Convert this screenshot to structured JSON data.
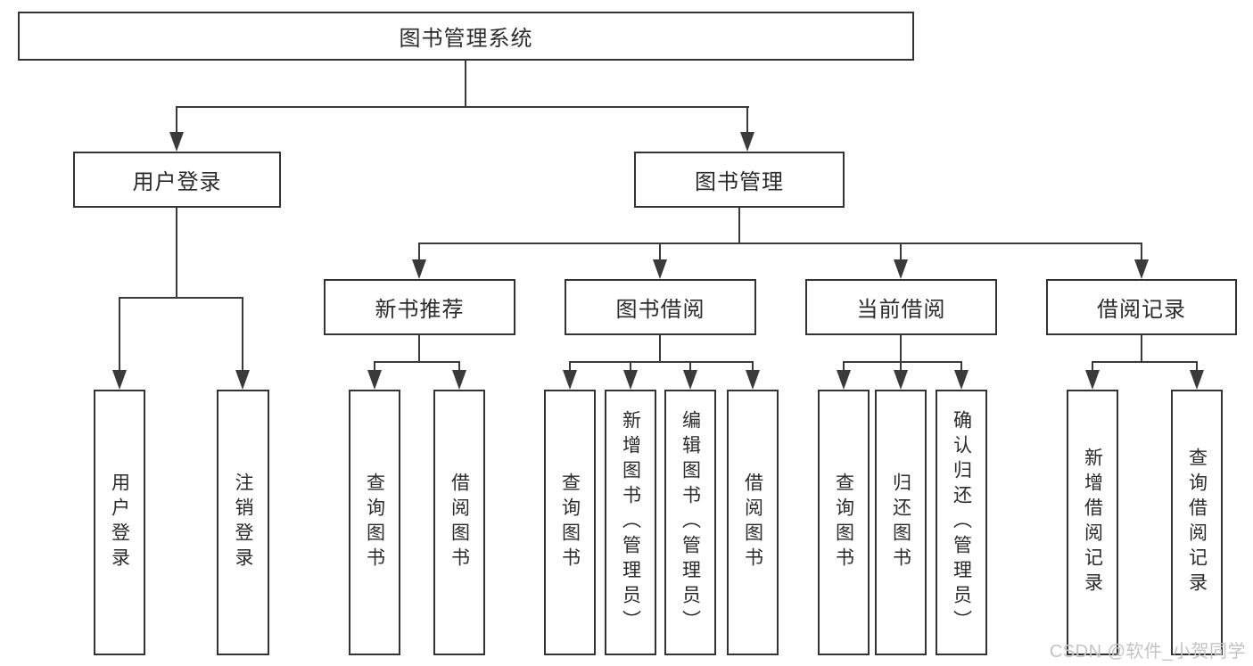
{
  "tree": {
    "root": "图书管理系统",
    "branches": [
      {
        "label": "用户登录",
        "leaves": [
          "用户登录",
          "注销登录"
        ]
      },
      {
        "label": "图书管理",
        "groups": [
          {
            "label": "新书推荐",
            "leaves": [
              "查询图书",
              "借阅图书"
            ]
          },
          {
            "label": "图书借阅",
            "leaves": [
              "查询图书",
              "新增图书（管理员）",
              "编辑图书（管理员）",
              "借阅图书"
            ]
          },
          {
            "label": "当前借阅",
            "leaves": [
              "查询图书",
              "归还图书",
              "确认归还（管理员）"
            ]
          },
          {
            "label": "借阅记录",
            "leaves": [
              "新增借阅记录",
              "查询借阅记录"
            ]
          }
        ]
      }
    ]
  },
  "watermark": {
    "text": "CSDN @软件_小贺同学"
  },
  "colors": {
    "line": "#3a3a3a",
    "box_border": "#333333",
    "text": "#2b2b2b",
    "watermark": "#c3c3c3",
    "background": "#ffffff"
  }
}
